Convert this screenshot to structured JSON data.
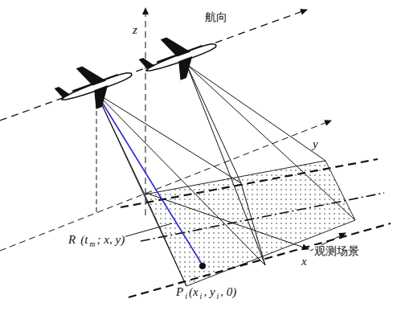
{
  "diagram": {
    "labels": [
      "航向",
      "z",
      "y",
      "x",
      "R",
      "(t",
      "m",
      "; x, y)",
      "观测场景",
      "P",
      "i",
      "(x",
      "i",
      ", y",
      "i",
      ", 0)"
    ]
  }
}
